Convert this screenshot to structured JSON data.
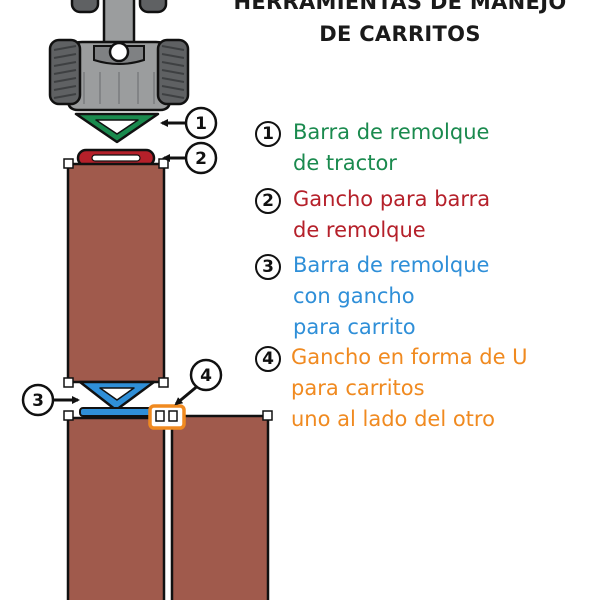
{
  "title": {
    "line1": "HERRAMIENTAS DE MANEJO",
    "line2": "DE CARRITOS"
  },
  "legend": [
    {
      "number": "1",
      "lines": [
        "Barra de remolque",
        "de tractor"
      ],
      "color": "#1a8a4e"
    },
    {
      "number": "2",
      "lines": [
        "Gancho para barra",
        "de remolque"
      ],
      "color": "#b5202a"
    },
    {
      "number": "3",
      "lines": [
        "Barra de remolque",
        "con gancho",
        "para carrito"
      ],
      "color": "#2f8fd8"
    },
    {
      "number": "4",
      "lines": [
        "Gancho en forma de U",
        "para carritos",
        "uno al lado del otro"
      ],
      "color": "#f08a20"
    }
  ],
  "callouts": [
    "1",
    "2",
    "3",
    "4"
  ],
  "colors": {
    "cart": "#a05a4c",
    "tractor_body": "#9b9d9e",
    "tire": "#5f6163",
    "tow_bar": "#1a8a4e",
    "hitch": "#b5202a",
    "cart_bar": "#2f8fd8",
    "u_hook": "#f08a20"
  }
}
